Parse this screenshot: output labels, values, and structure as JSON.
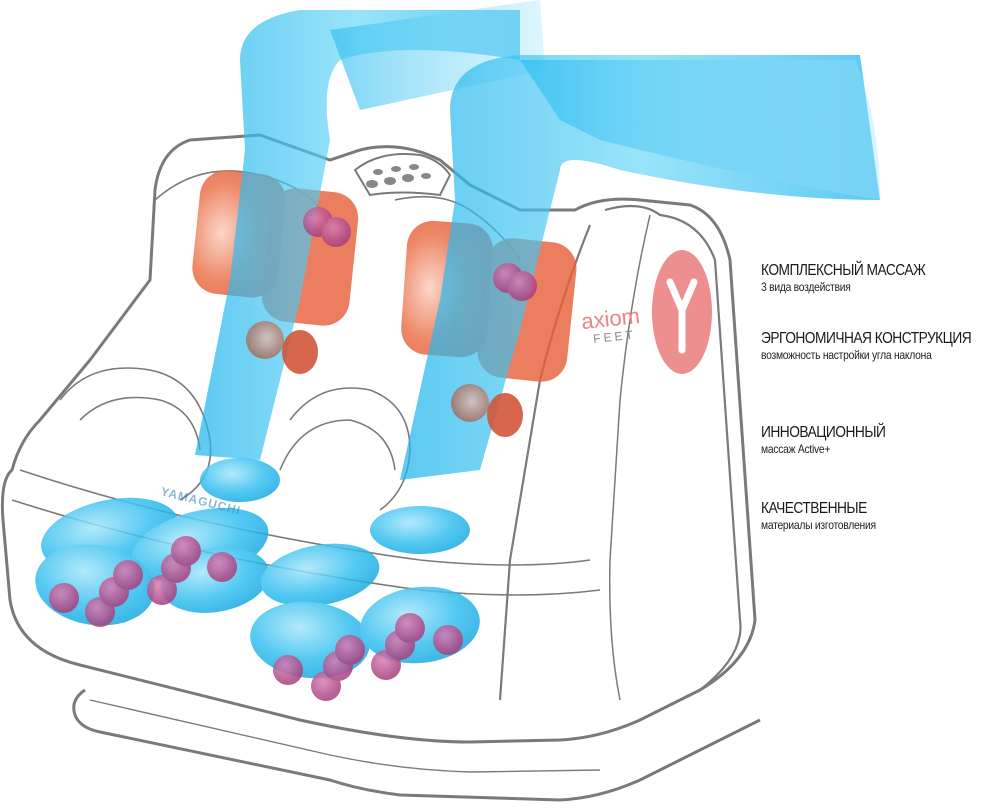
{
  "product": {
    "brand_name": "axiom",
    "brand_sub": "FEET",
    "logo_letter": "Y",
    "embossed_label": "YAMAGUCHI"
  },
  "features": [
    {
      "title": "КОМПЛЕКСНЫЙ МАССАЖ",
      "subtitle": "3 вида воздействия"
    },
    {
      "title": "ЭРГОНОМИЧНАЯ КОНСТРУКЦИЯ",
      "subtitle": "возможность настройки угла наклона"
    },
    {
      "title": "ИННОВАЦИОННЫЙ",
      "subtitle": "массаж Active+"
    },
    {
      "title": "КАЧЕСТВЕННЫЕ",
      "subtitle": "материалы изготовления"
    }
  ],
  "colors": {
    "legs": "#2ec0f0",
    "heating_pads": "#e8603c",
    "rollers": "#c2408a",
    "logo": "#ee8080",
    "outline": "#7a7a7a"
  }
}
